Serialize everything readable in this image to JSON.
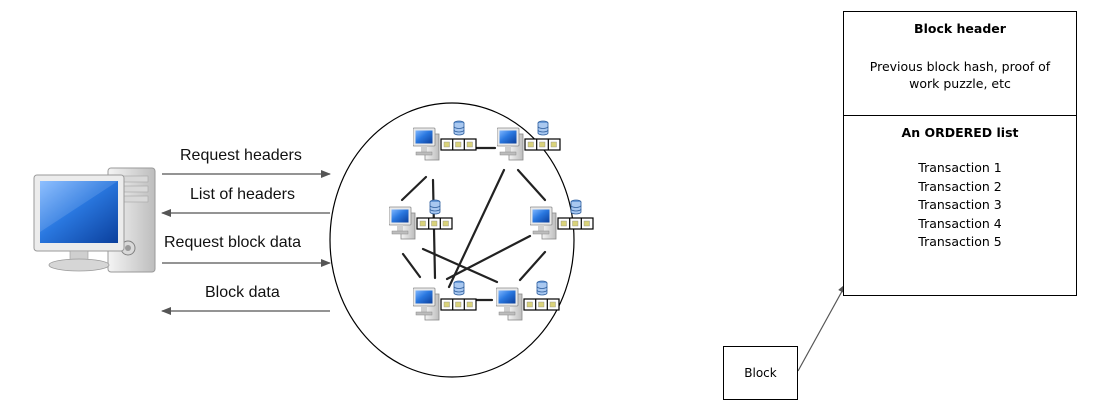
{
  "arrows": {
    "request_headers": "Request headers",
    "list_of_headers": "List of headers",
    "request_block_data": "Request block data",
    "block_data": "Block data"
  },
  "block_panel": {
    "header_title": "Block header",
    "header_description": "Previous block hash, proof of work puzzle, etc",
    "list_title": "An ORDERED list",
    "transactions": [
      "Transaction 1",
      "Transaction 2",
      "Transaction 3",
      "Transaction 4",
      "Transaction 5"
    ]
  },
  "small_block_label": "Block",
  "colors": {
    "screen_blue": "#1f6fd6",
    "tower_gray": "#dcdcdc",
    "database_blue": "#4f86c6",
    "arrow_gray": "#555555"
  },
  "icons": {
    "client": "desktop-computer-icon",
    "node": "desktop-computer-icon",
    "node_storage": "database-icon",
    "node_chain": "blockchain-icon"
  }
}
